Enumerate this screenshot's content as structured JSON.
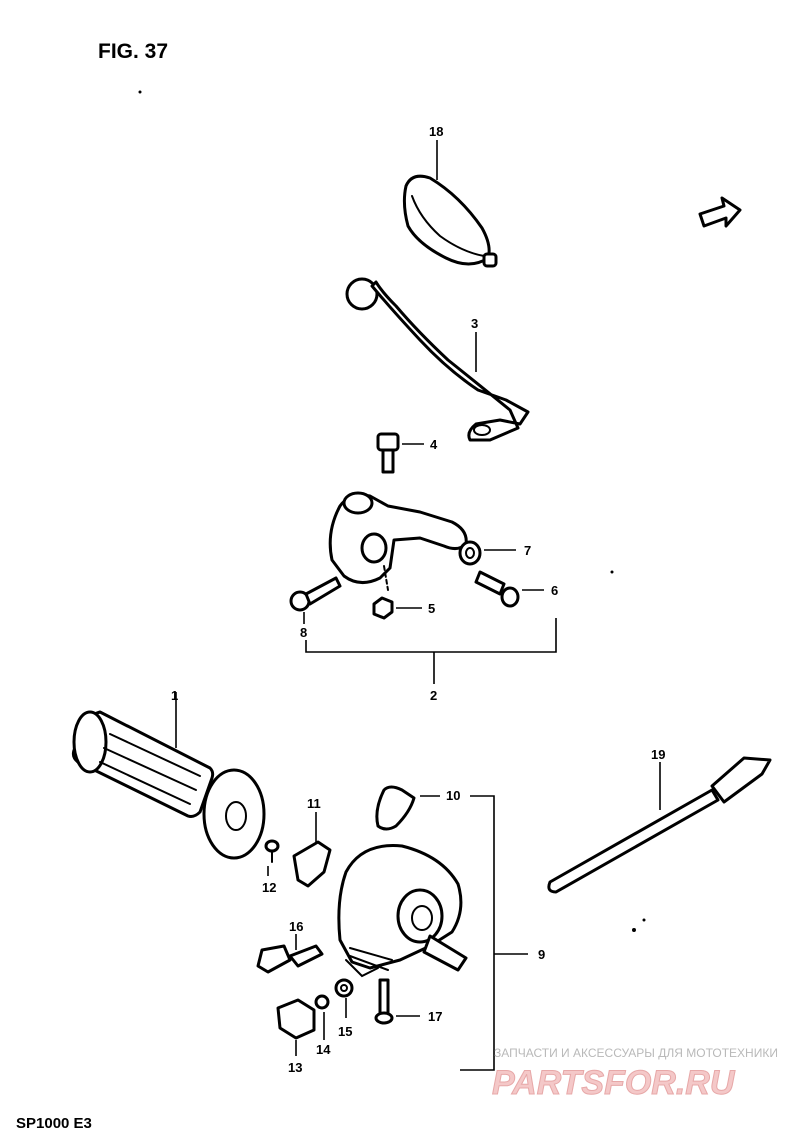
{
  "figure_title": "FIG. 37",
  "model_code": "SP1000  E3",
  "watermark": {
    "subtitle": "ЗАПЧАСТИ И АКСЕССУАРЫ ДЛЯ МОТОТЕХНИКИ",
    "brand": "PARTSFOR.RU"
  },
  "callouts": {
    "c1": "1",
    "c2": "2",
    "c3": "3",
    "c4": "4",
    "c5": "5",
    "c6": "6",
    "c7": "7",
    "c8": "8",
    "c9": "9",
    "c10": "10",
    "c11": "11",
    "c12": "12",
    "c13": "13",
    "c14": "14",
    "c15": "15",
    "c16": "16",
    "c17": "17",
    "c18": "18",
    "c19": "19"
  }
}
